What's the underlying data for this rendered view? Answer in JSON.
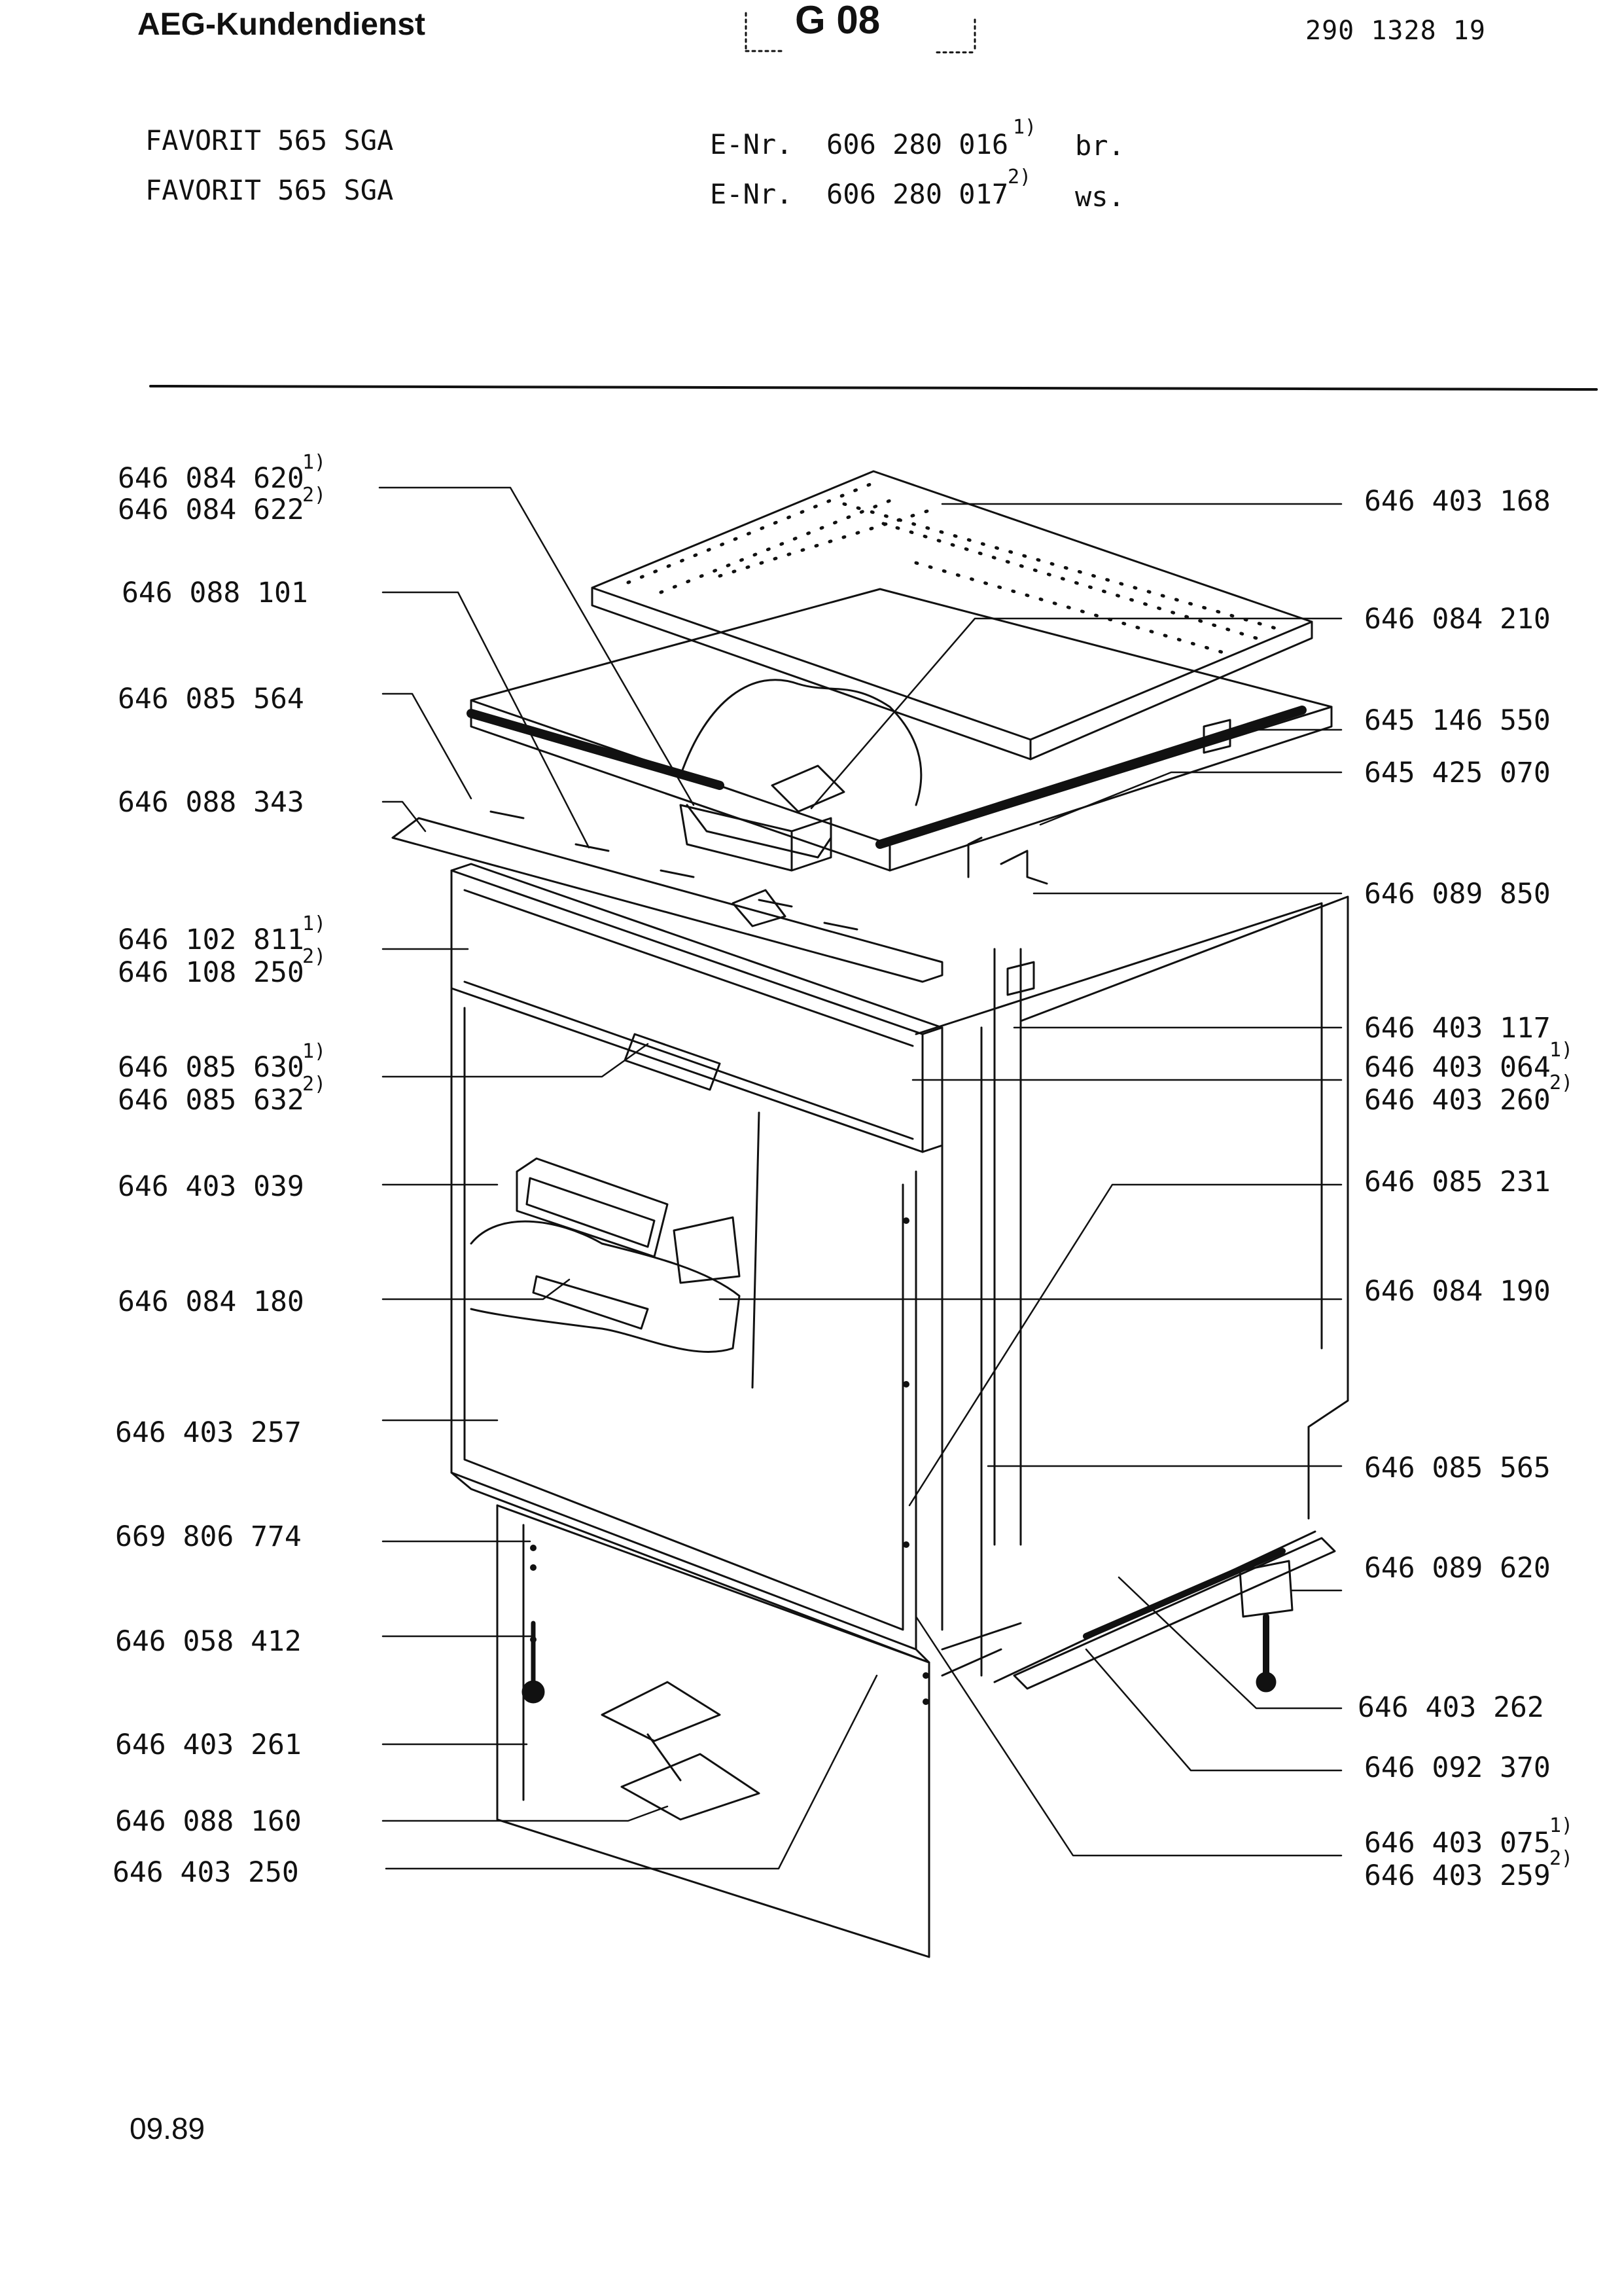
{
  "header": {
    "brand": "AEG-Kundendienst",
    "sheet_code": "G 08",
    "doc_number": "290 1328 19"
  },
  "models": [
    {
      "name": "FAVORIT 565 SGA",
      "enr_label": "E-Nr.",
      "enr": "606 280 016",
      "footnote": "1)",
      "color": "br."
    },
    {
      "name": "FAVORIT 565 SGA",
      "enr_label": "E-Nr.",
      "enr": "606 280 017",
      "footnote": "2)",
      "color": "ws."
    }
  ],
  "left_parts": [
    {
      "lines": [
        "646 084 620",
        "646 084 622"
      ],
      "notes": [
        "1)",
        "2)"
      ]
    },
    {
      "lines": [
        "646 088 101"
      ]
    },
    {
      "lines": [
        "646 085 564"
      ]
    },
    {
      "lines": [
        "646 088 343"
      ]
    },
    {
      "lines": [
        "646 102 811",
        "646 108 250"
      ],
      "notes": [
        "1)",
        "2)"
      ]
    },
    {
      "lines": [
        "646 085 630",
        "646 085 632"
      ],
      "notes": [
        "1)",
        "2)"
      ]
    },
    {
      "lines": [
        "646 403 039"
      ]
    },
    {
      "lines": [
        "646 084 180"
      ]
    },
    {
      "lines": [
        "646 403 257"
      ]
    },
    {
      "lines": [
        "669 806 774"
      ]
    },
    {
      "lines": [
        "646 058 412"
      ]
    },
    {
      "lines": [
        "646 403 261"
      ]
    },
    {
      "lines": [
        "646 088 160"
      ]
    },
    {
      "lines": [
        "646 403 250"
      ]
    }
  ],
  "right_parts": [
    {
      "lines": [
        "646 403 168"
      ]
    },
    {
      "lines": [
        "646 084 210"
      ]
    },
    {
      "lines": [
        "645 146 550"
      ]
    },
    {
      "lines": [
        "645 425 070"
      ]
    },
    {
      "lines": [
        "646 089 850"
      ]
    },
    {
      "lines": [
        "646 403 117"
      ]
    },
    {
      "lines": [
        "646 403 064",
        "646 403 260"
      ],
      "notes": [
        "1)",
        "2)"
      ]
    },
    {
      "lines": [
        "646 085 231"
      ]
    },
    {
      "lines": [
        "646 084 190"
      ]
    },
    {
      "lines": [
        "646 085 565"
      ]
    },
    {
      "lines": [
        "646 089 620"
      ]
    },
    {
      "lines": [
        "646 403 262"
      ]
    },
    {
      "lines": [
        "646 092 370"
      ]
    },
    {
      "lines": [
        "646 403 075",
        "646 403 259"
      ],
      "notes": [
        "1)",
        "2)"
      ]
    }
  ],
  "footer": {
    "date": "09.89"
  }
}
